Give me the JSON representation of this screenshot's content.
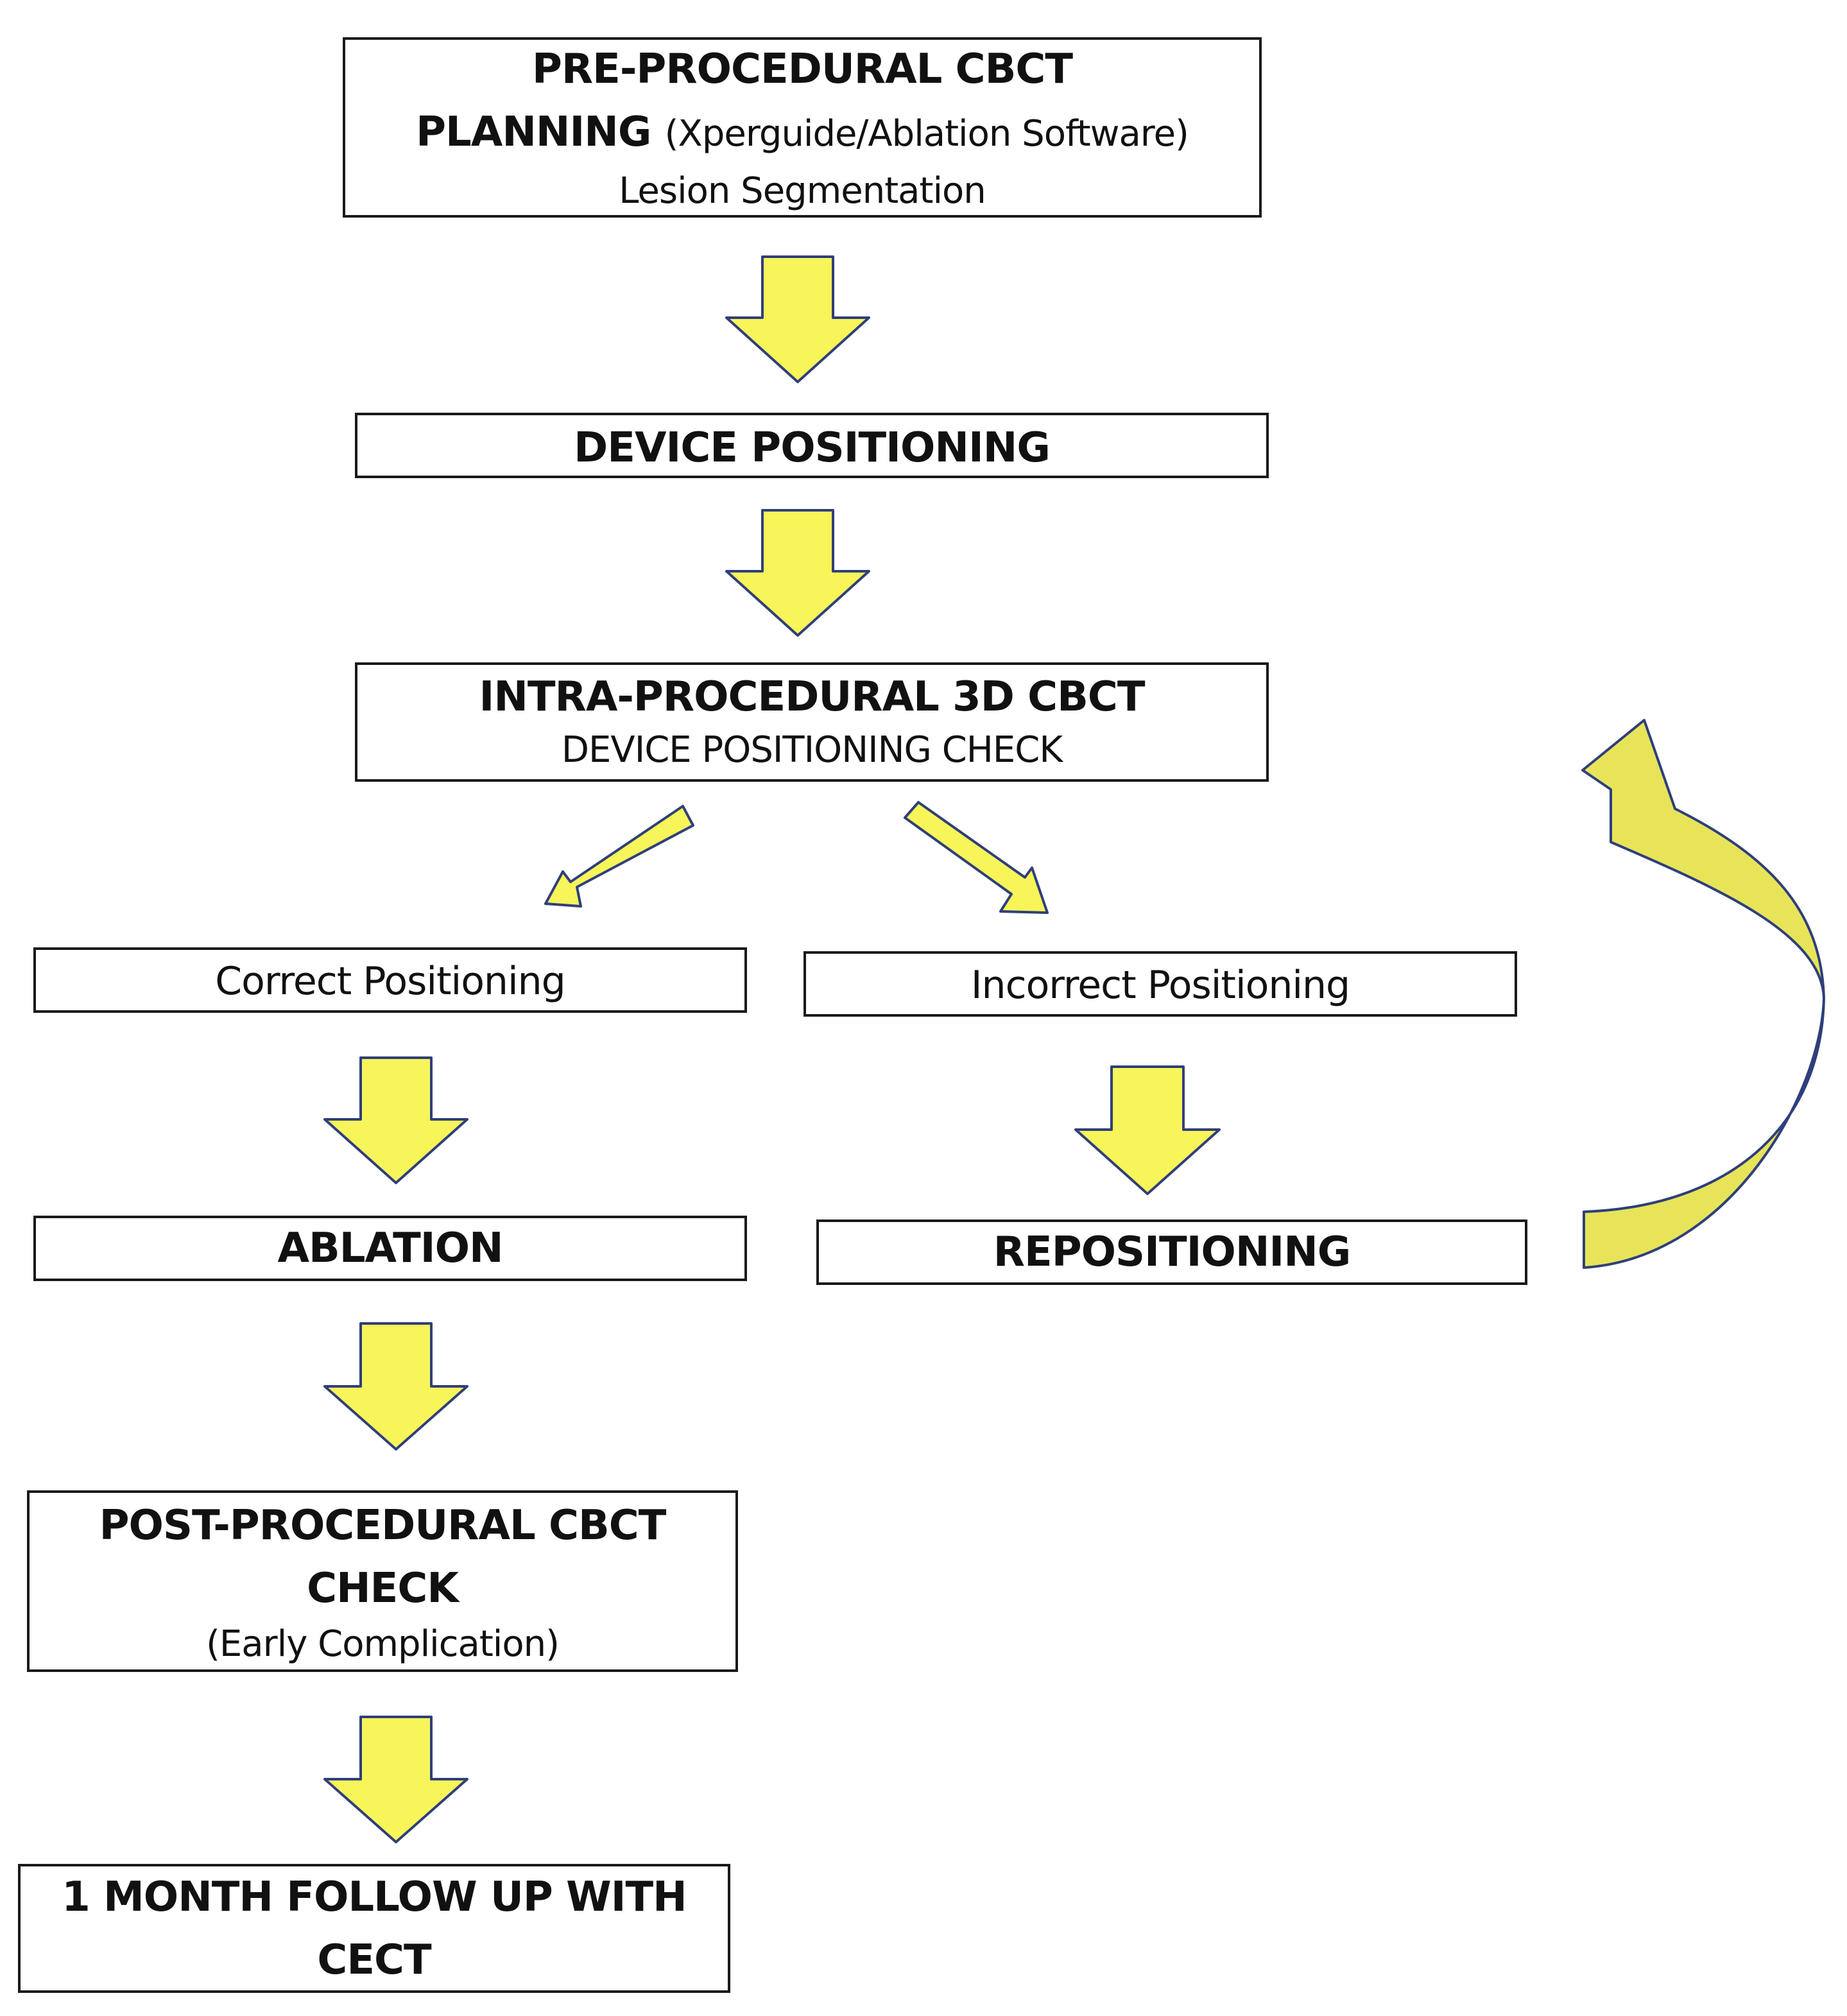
{
  "nodes": {
    "preprocedural": {
      "line1": "PRE-PROCEDURAL CBCT",
      "line2_bold": "PLANNING",
      "line2_normal": "(Xperguide/Ablation Software)",
      "line3": "Lesion Segmentation"
    },
    "device_positioning": {
      "label": "DEVICE POSITIONING"
    },
    "intraprocedural": {
      "title": "INTRA-PROCEDURAL 3D CBCT",
      "subtitle": "DEVICE POSITIONING CHECK"
    },
    "correct_positioning": {
      "label": "Correct Positioning"
    },
    "incorrect_positioning": {
      "label": "Incorrect Positioning"
    },
    "ablation": {
      "label": "ABLATION"
    },
    "repositioning": {
      "label": "REPOSITIONING"
    },
    "postprocedural": {
      "line1": "POST-PROCEDURAL CBCT",
      "line2": "CHECK",
      "line3": "(Early Complication)"
    },
    "followup": {
      "line1": "1 MONTH FOLLOW UP WITH",
      "line2": "CECT"
    }
  },
  "colors": {
    "arrow_fill": "#f7f55a",
    "arrow_stroke": "#2f3f7a",
    "curved_arrow_fill": "#e7e45a",
    "box_border": "#1a1a1a"
  }
}
